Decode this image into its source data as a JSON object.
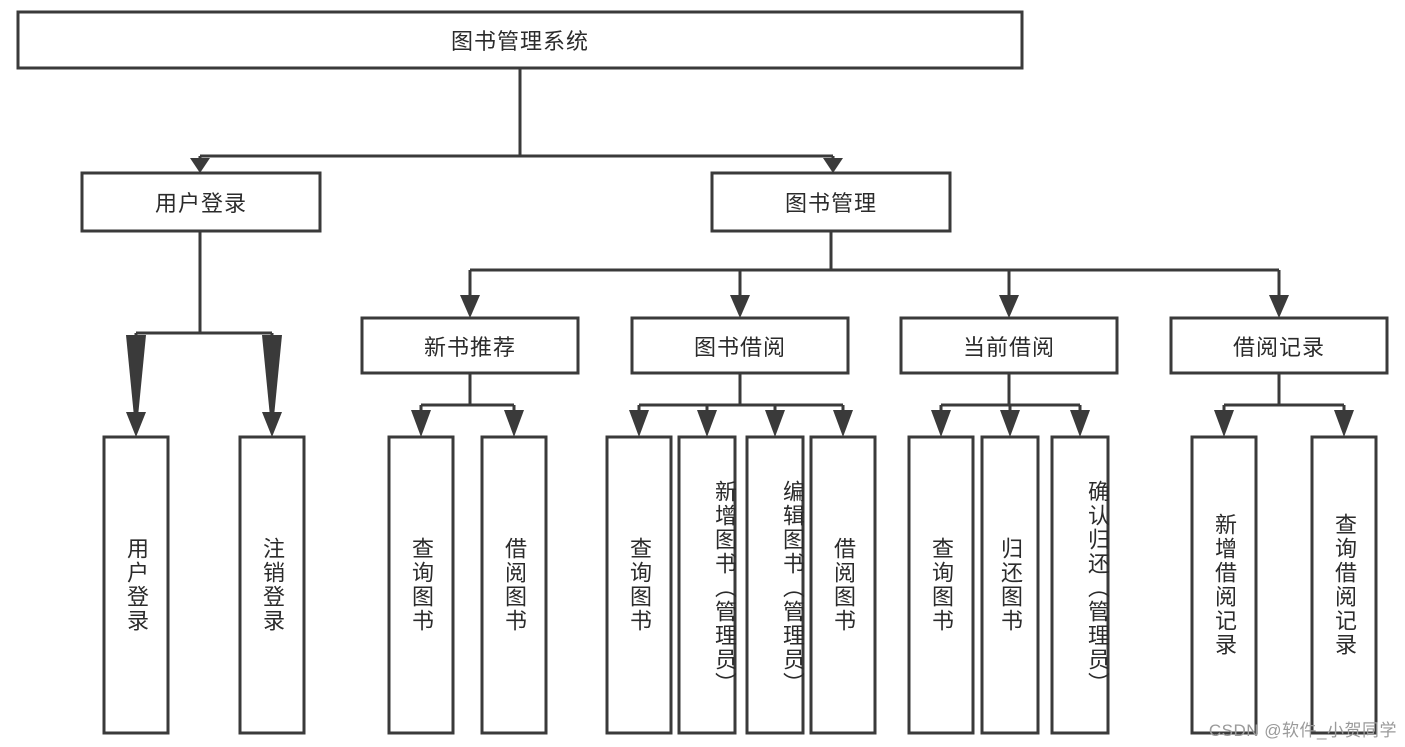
{
  "diagram": {
    "title": "图书管理系统",
    "type": "tree",
    "orientation": "top-down",
    "colors": {
      "stroke": "#3a3a3a",
      "fill": "#ffffff",
      "text": "#2b2b2b",
      "watermark": "#9a9a9a"
    },
    "root": {
      "label": "图书管理系统"
    },
    "level2": [
      {
        "label": "用户登录"
      },
      {
        "label": "图书管理"
      }
    ],
    "level3": [
      {
        "label": "新书推荐"
      },
      {
        "label": "图书借阅"
      },
      {
        "label": "当前借阅"
      },
      {
        "label": "借阅记录"
      }
    ],
    "leaves": {
      "user_login": [
        {
          "label": "用户登录"
        },
        {
          "label": "注销登录"
        }
      ],
      "new_book_recommend": [
        {
          "label": "查询图书"
        },
        {
          "label": "借阅图书"
        }
      ],
      "book_borrow": [
        {
          "label": "查询图书"
        },
        {
          "label": "新增图书（管理员）"
        },
        {
          "label": "编辑图书（管理员）"
        },
        {
          "label": "借阅图书"
        }
      ],
      "current_borrow": [
        {
          "label": "查询图书"
        },
        {
          "label": "归还图书"
        },
        {
          "label": "确认归还（管理员）"
        }
      ],
      "borrow_record": [
        {
          "label": "新增借阅记录"
        },
        {
          "label": "查询借阅记录"
        }
      ]
    }
  },
  "watermark": {
    "text": "CSDN @软件_小贺同学"
  }
}
